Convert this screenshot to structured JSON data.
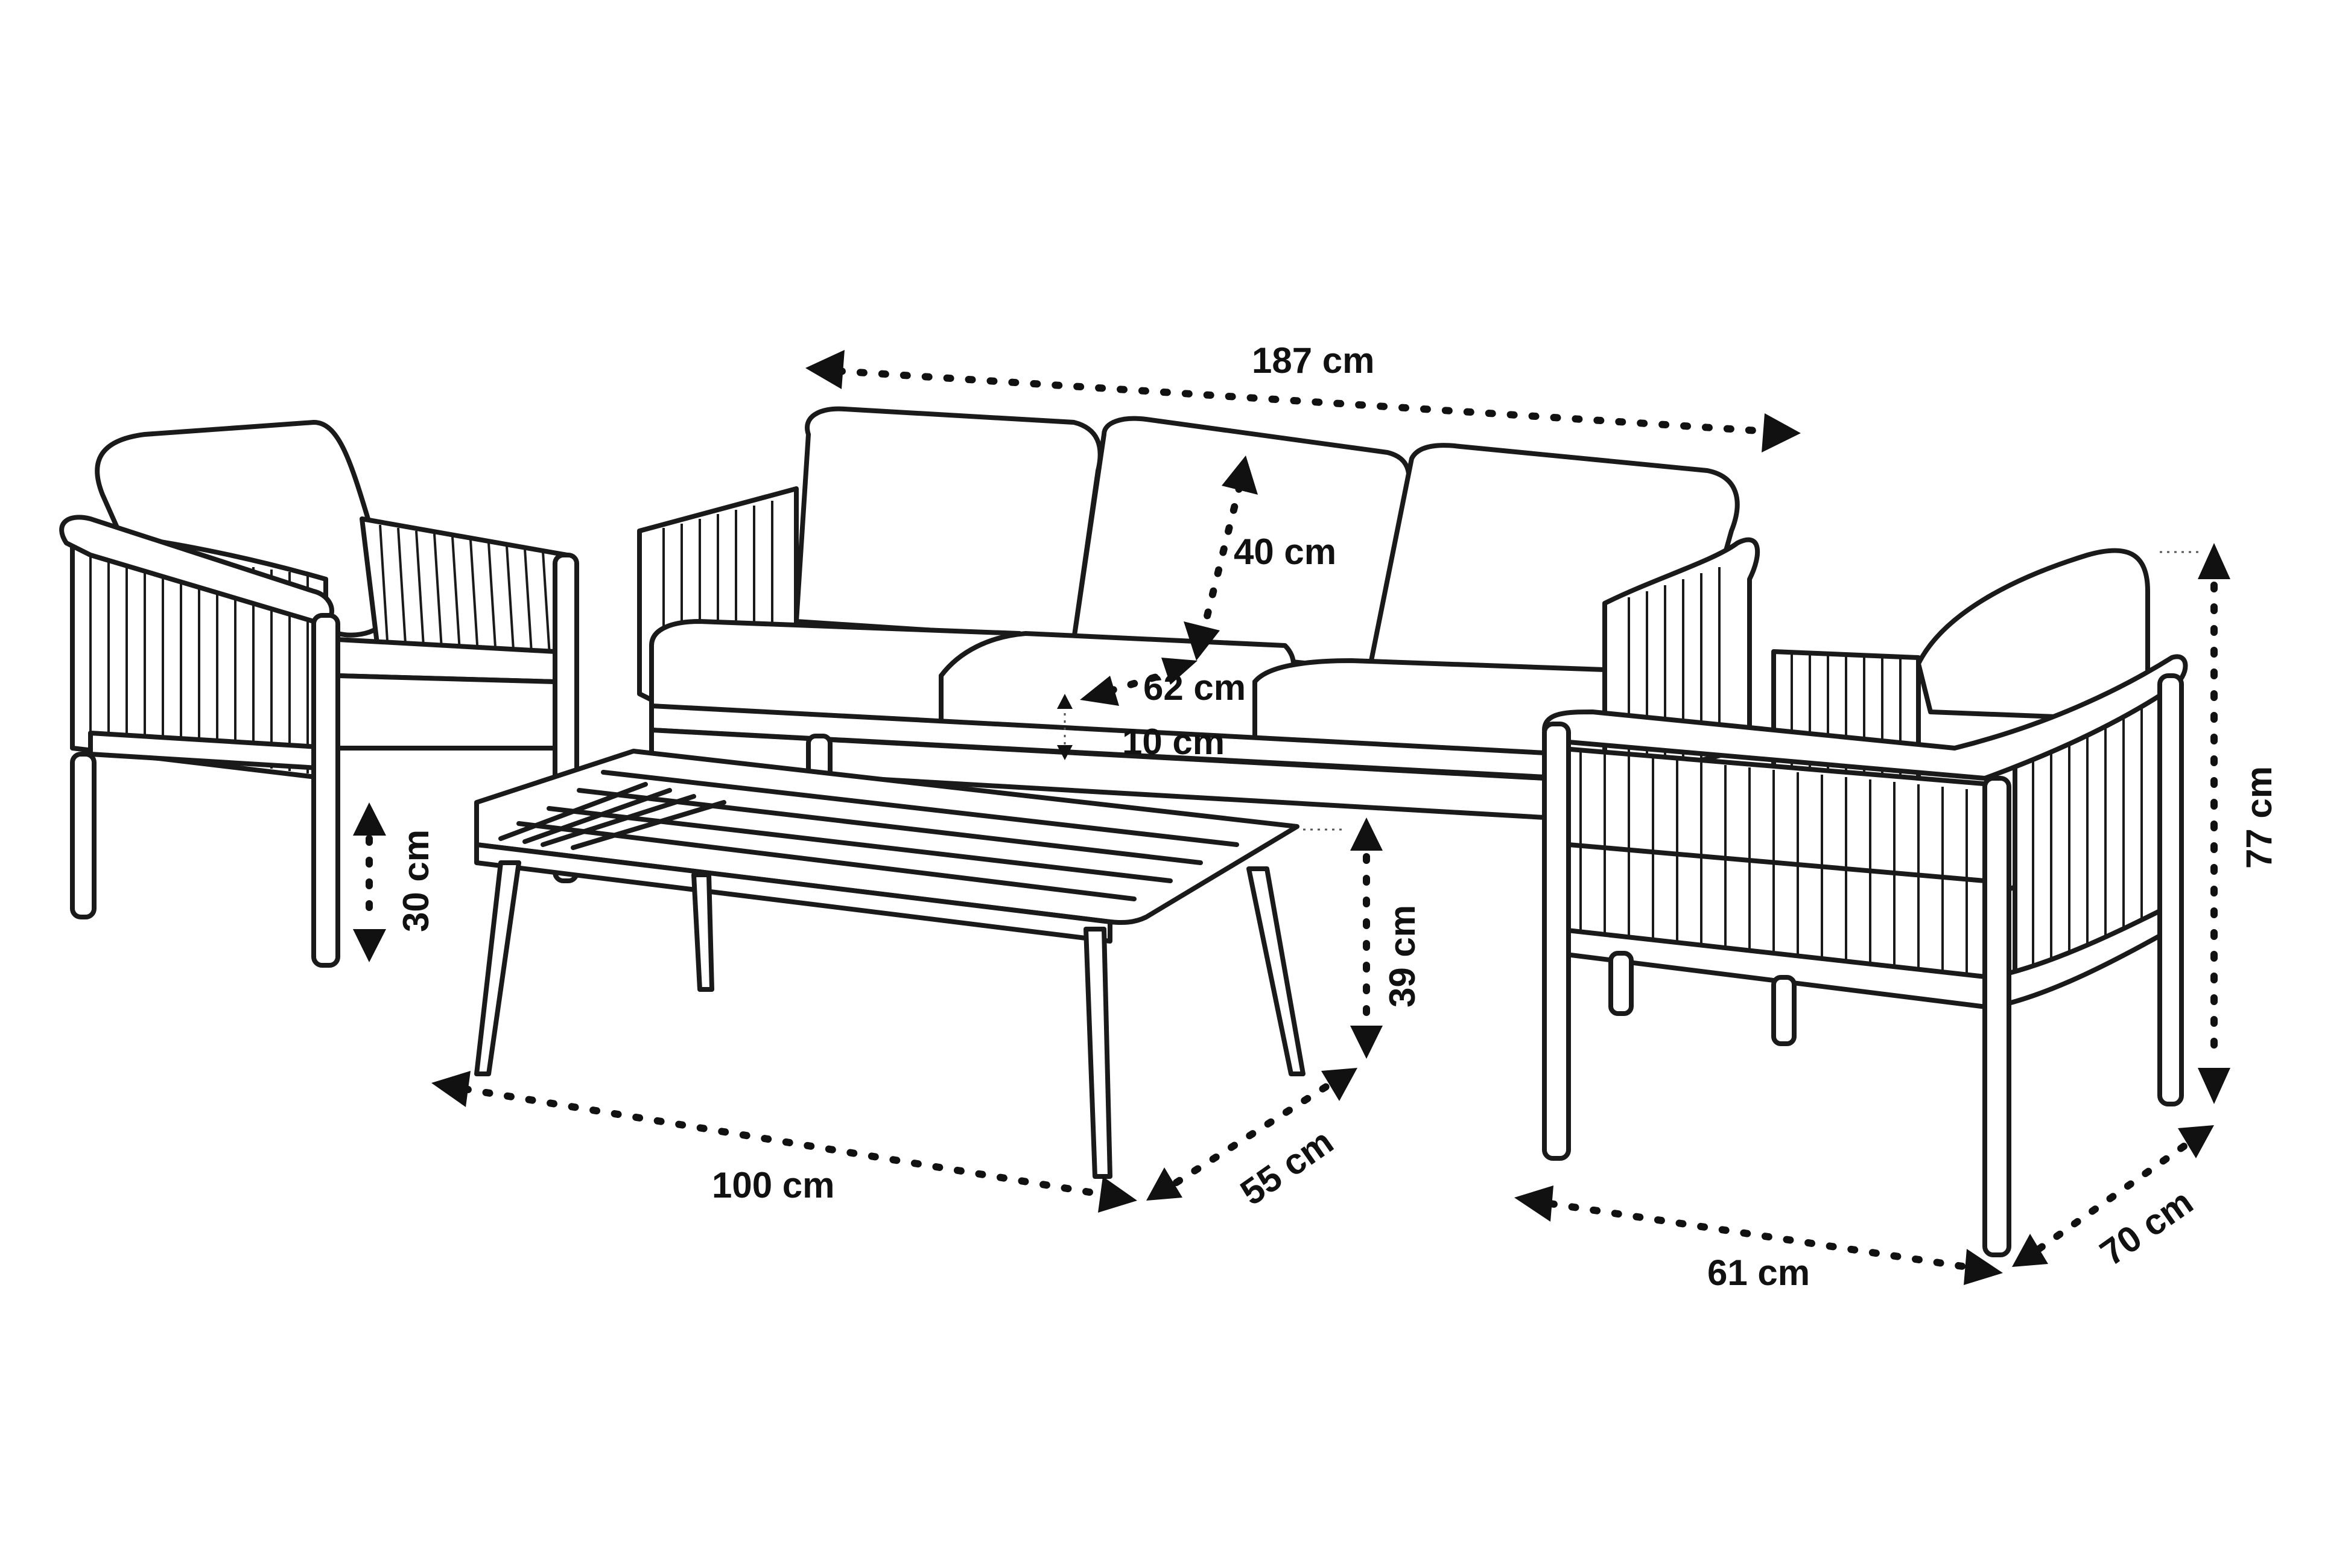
{
  "dimensions": {
    "sofa_width": "187 cm",
    "backrest_height": "40 cm",
    "seat_depth": "62 cm",
    "cushion_thickness": "10 cm",
    "armchair_leg_height": "30 cm",
    "table_height": "39 cm",
    "table_length": "100 cm",
    "table_width": "55 cm",
    "armchair_height": "77 cm",
    "armchair_width": "61 cm",
    "armchair_depth": "70 cm"
  }
}
